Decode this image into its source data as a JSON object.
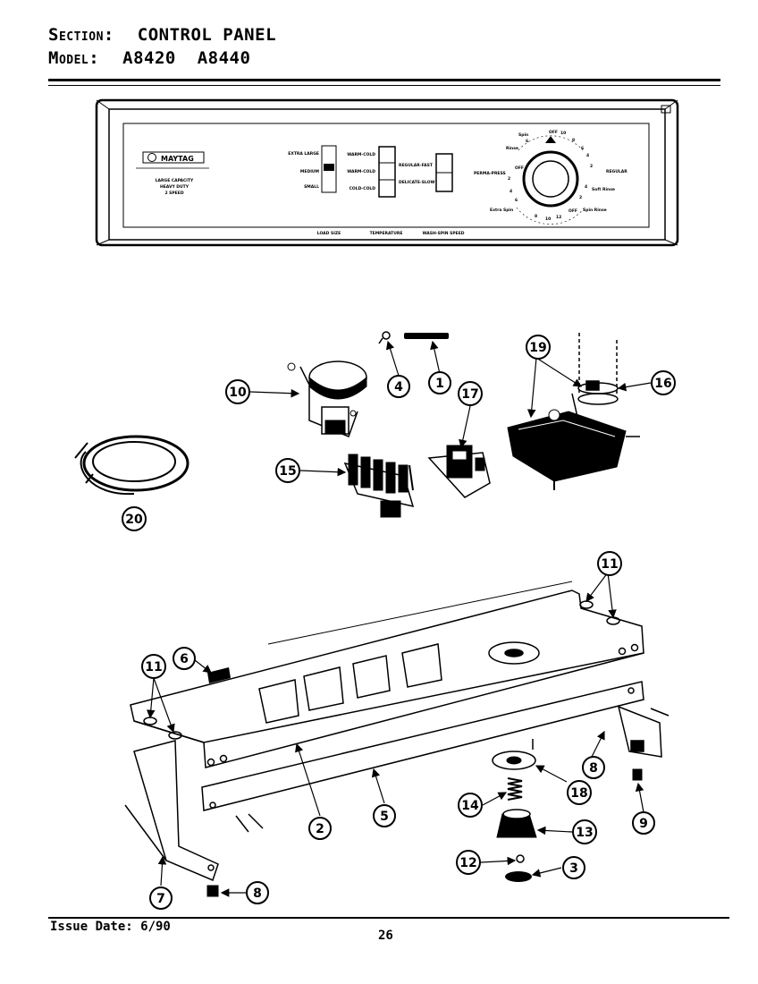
{
  "header": {
    "section_label": "Section:",
    "section_value": "CONTROL PANEL",
    "model_label": "Model:",
    "model_value": "A8420  A8440"
  },
  "panel": {
    "brand": "MAYTAG",
    "left_text": [
      "LARGE CAPACITY",
      "HEAVY DUTY",
      "2 SPEED"
    ],
    "load_size": [
      "EXTRA LARGE",
      "MEDIUM",
      "SMALL"
    ],
    "temperature": [
      "WARM-COLD",
      "WARM-COLD",
      "COLD-COLD"
    ],
    "speed": [
      "REGULAR-FAST",
      "DELICATE-SLOW"
    ],
    "bottom_labels": [
      "LOAD SIZE",
      "TEMPERATURE",
      "WASH-SPIN SPEED"
    ],
    "dial_numbers": [
      "OFF",
      "10",
      "8",
      "6",
      "4",
      "2",
      "OFF",
      "2",
      "4",
      "6",
      "8",
      "10",
      "12",
      "OFF",
      "2",
      "4",
      "6"
    ],
    "dial_labels_left": [
      "Rinse",
      "Spin",
      "PERMA-PRESS"
    ],
    "dial_labels_right": [
      "REGULAR",
      "Soft Rinse",
      "Spin Rinse"
    ],
    "dial_label_bottom": "Extra Spin"
  },
  "callouts": [
    {
      "id": "c1",
      "label": "1"
    },
    {
      "id": "c2",
      "label": "2"
    },
    {
      "id": "c3",
      "label": "3"
    },
    {
      "id": "c4",
      "label": "4"
    },
    {
      "id": "c5",
      "label": "5"
    },
    {
      "id": "c6",
      "label": "6"
    },
    {
      "id": "c7",
      "label": "7"
    },
    {
      "id": "c8",
      "label": "8"
    },
    {
      "id": "c8b",
      "label": "8"
    },
    {
      "id": "c9",
      "label": "9"
    },
    {
      "id": "c10",
      "label": "10"
    },
    {
      "id": "c11a",
      "label": "11"
    },
    {
      "id": "c11b",
      "label": "11"
    },
    {
      "id": "c12",
      "label": "12"
    },
    {
      "id": "c13",
      "label": "13"
    },
    {
      "id": "c14",
      "label": "14"
    },
    {
      "id": "c15",
      "label": "15"
    },
    {
      "id": "c16",
      "label": "16"
    },
    {
      "id": "c17",
      "label": "17"
    },
    {
      "id": "c18",
      "label": "18"
    },
    {
      "id": "c19",
      "label": "19"
    },
    {
      "id": "c20",
      "label": "20"
    }
  ],
  "footer": {
    "issue_date": "Issue Date: 6/90",
    "page_number": "26"
  }
}
